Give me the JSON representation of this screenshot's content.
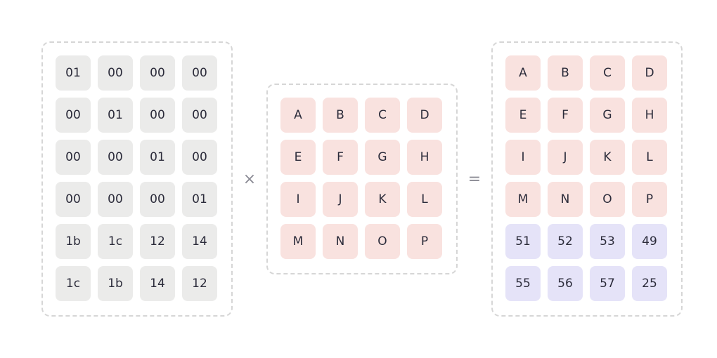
{
  "operators": {
    "times": "×",
    "equals": "="
  },
  "matrices": [
    {
      "id": "matrix-a",
      "cells": [
        [
          "01",
          "00",
          "00",
          "00"
        ],
        [
          "00",
          "01",
          "00",
          "00"
        ],
        [
          "00",
          "00",
          "01",
          "00"
        ],
        [
          "00",
          "00",
          "00",
          "01"
        ],
        [
          "1b",
          "1c",
          "12",
          "14"
        ],
        [
          "1c",
          "1b",
          "14",
          "12"
        ]
      ],
      "cell_colors": [
        [
          "gray",
          "gray",
          "gray",
          "gray"
        ],
        [
          "gray",
          "gray",
          "gray",
          "gray"
        ],
        [
          "gray",
          "gray",
          "gray",
          "gray"
        ],
        [
          "gray",
          "gray",
          "gray",
          "gray"
        ],
        [
          "gray",
          "gray",
          "gray",
          "gray"
        ],
        [
          "gray",
          "gray",
          "gray",
          "gray"
        ]
      ]
    },
    {
      "id": "matrix-b",
      "cells": [
        [
          "A",
          "B",
          "C",
          "D"
        ],
        [
          "E",
          "F",
          "G",
          "H"
        ],
        [
          "I",
          "J",
          "K",
          "L"
        ],
        [
          "M",
          "N",
          "O",
          "P"
        ]
      ],
      "cell_colors": [
        [
          "pink",
          "pink",
          "pink",
          "pink"
        ],
        [
          "pink",
          "pink",
          "pink",
          "pink"
        ],
        [
          "pink",
          "pink",
          "pink",
          "pink"
        ],
        [
          "pink",
          "pink",
          "pink",
          "pink"
        ]
      ]
    },
    {
      "id": "matrix-c",
      "cells": [
        [
          "A",
          "B",
          "C",
          "D"
        ],
        [
          "E",
          "F",
          "G",
          "H"
        ],
        [
          "I",
          "J",
          "K",
          "L"
        ],
        [
          "M",
          "N",
          "O",
          "P"
        ],
        [
          "51",
          "52",
          "53",
          "49"
        ],
        [
          "55",
          "56",
          "57",
          "25"
        ]
      ],
      "cell_colors": [
        [
          "pink",
          "pink",
          "pink",
          "pink"
        ],
        [
          "pink",
          "pink",
          "pink",
          "pink"
        ],
        [
          "pink",
          "pink",
          "pink",
          "pink"
        ],
        [
          "pink",
          "pink",
          "pink",
          "pink"
        ],
        [
          "purple",
          "purple",
          "purple",
          "purple"
        ],
        [
          "purple",
          "purple",
          "purple",
          "purple"
        ]
      ]
    }
  ],
  "colors": {
    "gray": "#ebebea",
    "pink": "#f9e2df",
    "purple": "#e5e3f8",
    "border": "#d6d6d6",
    "text": "#2b2b3a",
    "operator": "#8c8c96"
  }
}
